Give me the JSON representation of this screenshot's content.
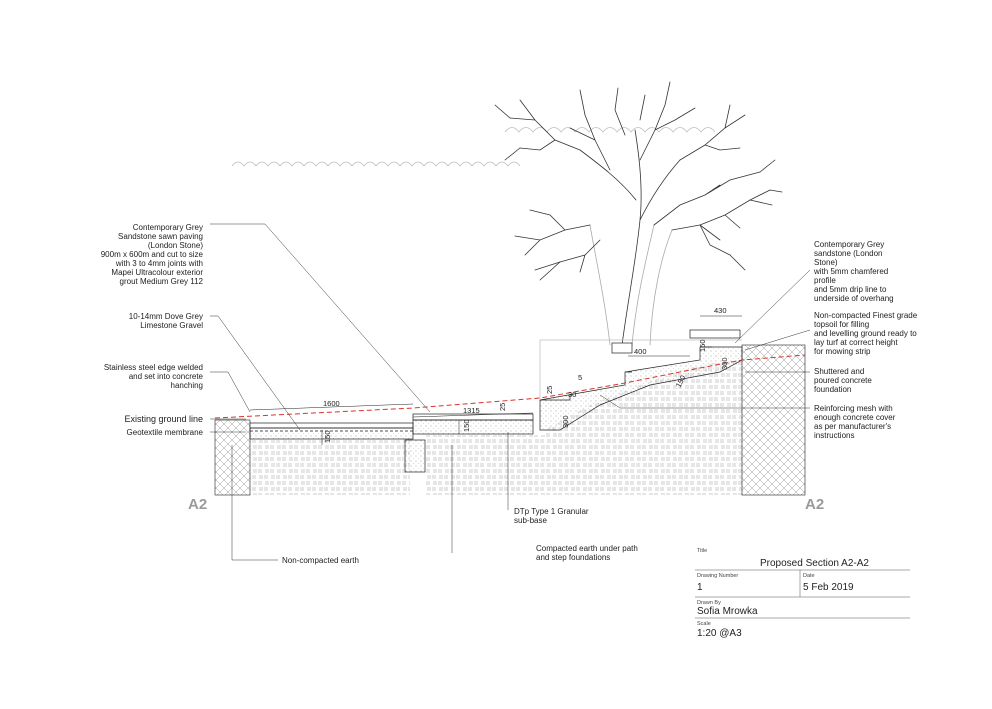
{
  "labels": {
    "paving": [
      "Contemporary Grey",
      "Sandstone sawn paving",
      "(London Stone)",
      "900m x 600m and cut to size",
      "with 3 to 4mm joints with",
      "Mapei Ultracolour exterior",
      "grout Medium Grey 112"
    ],
    "gravel": [
      "10-14mm Dove Grey",
      "Limestone Gravel"
    ],
    "edge": [
      "Stainless steel edge welded",
      "and set into concrete",
      "hanching"
    ],
    "existing_ground": "Existing ground line",
    "geotextile": "Geotextile membrane",
    "non_compacted_earth": "Non-compacted earth",
    "subbase": [
      "DTp Type 1 Granular",
      "sub-base"
    ],
    "compacted_earth": [
      "Compacted earth under path",
      "and step foundations"
    ],
    "step_sandstone": [
      "Contemporary Grey",
      "sandstone (London",
      "Stone)",
      "with 5mm chamfered",
      "profile",
      "and 5mm drip line to",
      "underside of overhang"
    ],
    "topsoil": [
      "Non-compacted Finest grade",
      "topsoil for filling",
      "and levelling ground ready to",
      "lay turf at correct height",
      "for mowing strip"
    ],
    "foundation": [
      "Shuttered and",
      "poured concrete",
      "foundation"
    ],
    "mesh": [
      "Reinforcing mesh with",
      "enough concrete cover",
      "as per manufacturer's",
      "instructions"
    ]
  },
  "dimensions": {
    "d1600": "1600",
    "d1315": "1315",
    "d150a": "150",
    "d150b": "150",
    "d25a": "25",
    "d25b": "25",
    "d5": "5",
    "d30": "30",
    "d300a": "300",
    "d400": "400",
    "d150c": "150",
    "d430": "430",
    "d300b": "300",
    "d150d": "150"
  },
  "section_marks": {
    "left": "A2",
    "right": "A2"
  },
  "title_block": {
    "title_label": "Title",
    "title": "Proposed Section A2-A2",
    "drawing_number_label": "Drawing Number",
    "drawing_number": "1",
    "date_label": "Date",
    "date": "5 Feb 2019",
    "drawn_by_label": "Drawn By",
    "drawn_by": "Sofia Mrowka",
    "scale_label": "Scale",
    "scale": "1:20 @A3"
  },
  "colors": {
    "line": "#222222",
    "hatch": "#9a9a9a",
    "dashed_ground": "#d9342b",
    "sky": "#bdbdbd"
  }
}
